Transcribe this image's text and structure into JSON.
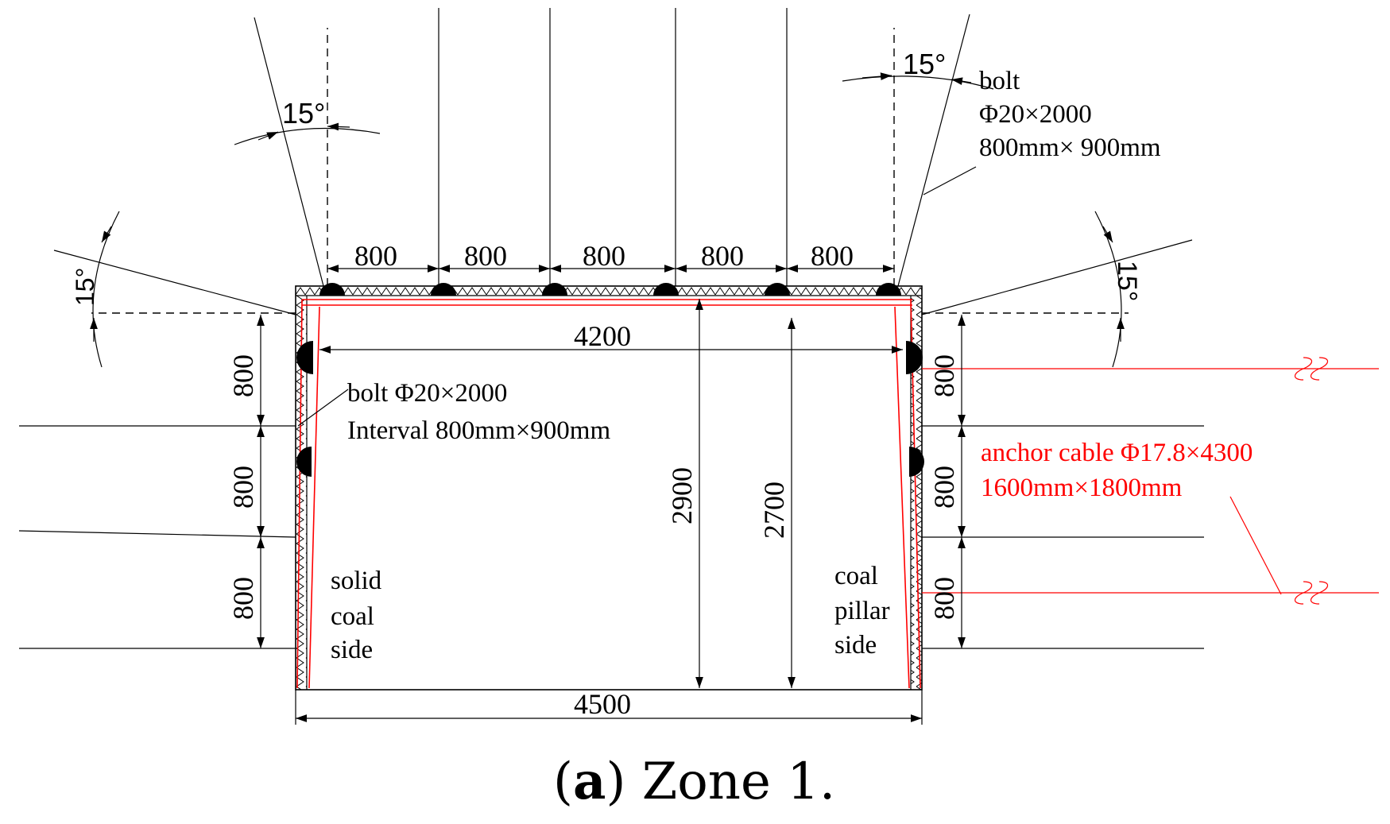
{
  "colors": {
    "ink": "#000000",
    "anchor_cable": "#ff0000",
    "background": "#ffffff"
  },
  "labels": {
    "angle_top_left": "15°",
    "angle_top_right": "15°",
    "angle_side_left": "15°",
    "angle_side_right": "15°",
    "top_spacing": [
      "800",
      "800",
      "800",
      "800",
      "800"
    ],
    "width_inner": "4200",
    "width_bottom": "4500",
    "height_left": "2900",
    "height_right": "2700",
    "left_spacing": [
      "800",
      "800",
      "800"
    ],
    "right_spacing": [
      "800",
      "800",
      "800"
    ]
  },
  "annotations": {
    "roof_bolt": {
      "line1": "bolt",
      "line2": "Φ20×2000",
      "line3": "800mm× 900mm"
    },
    "side_bolt": {
      "line1": "bolt Φ20×2000",
      "line2": "Interval 800mm×900mm"
    },
    "anchor_cable": {
      "line1": "anchor cable Φ17.8×4300",
      "line2": "1600mm×1800mm"
    },
    "solid_coal_side": [
      "solid",
      "coal",
      "side"
    ],
    "coal_pillar_side": [
      "coal",
      "pillar",
      "side"
    ]
  },
  "caption": {
    "prefix": "(",
    "letter": "a",
    "rest": ") Zone 1."
  }
}
